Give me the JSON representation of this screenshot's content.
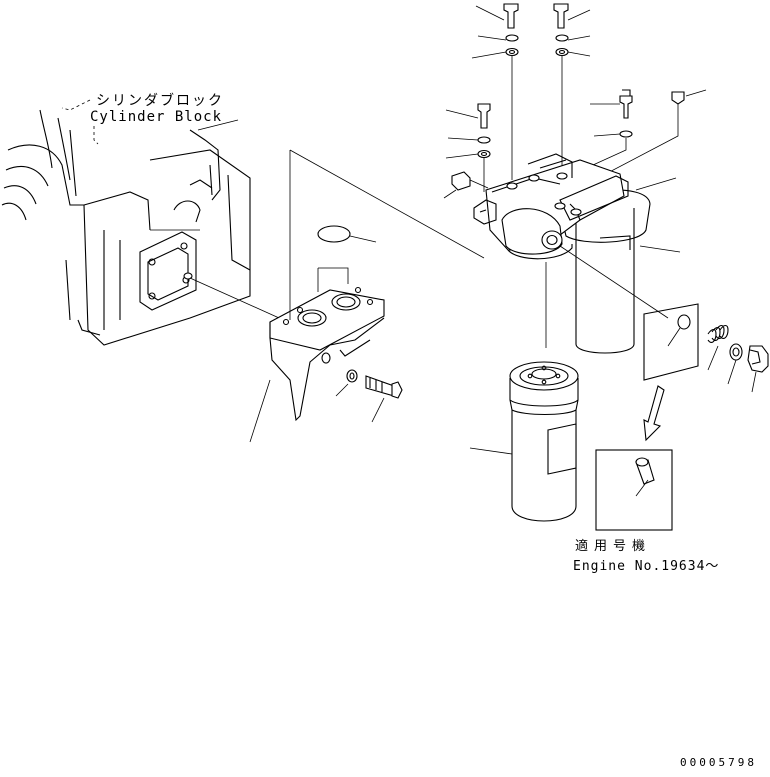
{
  "labels": {
    "cylinder_block_jp": "シリンダブロック",
    "cylinder_block_en": "Cylinder Block",
    "applicable_jp": "適用号機",
    "applicable_en": "Engine No.19634～",
    "drawing_code": "00005798"
  },
  "colors": {
    "line": "#000000",
    "background": "#ffffff"
  }
}
